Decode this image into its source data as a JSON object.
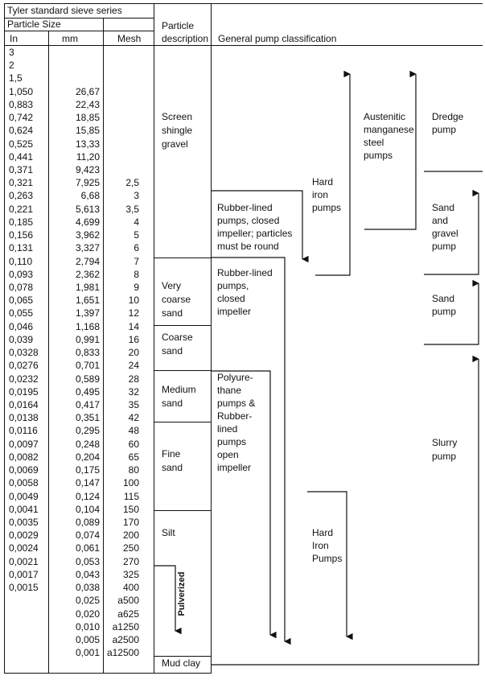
{
  "header": {
    "series_title": "Tyler standard sieve  series",
    "particle_size": "Particle Size",
    "col_in": "In",
    "col_mm": "mm",
    "col_mesh": "Mesh",
    "particle_desc_1": "Particle",
    "particle_desc_2": "description",
    "pump_classification": "General pump classification"
  },
  "rows": [
    {
      "in": "3",
      "mm": "",
      "mesh": ""
    },
    {
      "in": "2",
      "mm": "",
      "mesh": ""
    },
    {
      "in": "1,5",
      "mm": "",
      "mesh": ""
    },
    {
      "in": "1,050",
      "mm": "26,67",
      "mesh": ""
    },
    {
      "in": "0,883",
      "mm": "22,43",
      "mesh": ""
    },
    {
      "in": "0,742",
      "mm": "18,85",
      "mesh": ""
    },
    {
      "in": "0,624",
      "mm": "15,85",
      "mesh": ""
    },
    {
      "in": "0,525",
      "mm": "13,33",
      "mesh": ""
    },
    {
      "in": "0,441",
      "mm": "11,20",
      "mesh": ""
    },
    {
      "in": "0,371",
      "mm": "9,423",
      "mesh": ""
    },
    {
      "in": "0,321",
      "mm": "7,925",
      "mesh": "2,5"
    },
    {
      "in": "0,263",
      "mm": "6,68",
      "mesh": "3"
    },
    {
      "in": "0,221",
      "mm": "5,613",
      "mesh": "3,5"
    },
    {
      "in": "0,185",
      "mm": "4,699",
      "mesh": "4"
    },
    {
      "in": "0,156",
      "mm": "3,962",
      "mesh": "5"
    },
    {
      "in": "0,131",
      "mm": "3,327",
      "mesh": "6"
    },
    {
      "in": "0,110",
      "mm": "2,794",
      "mesh": "7"
    },
    {
      "in": "0,093",
      "mm": "2,362",
      "mesh": "8"
    },
    {
      "in": "0,078",
      "mm": "1,981",
      "mesh": "9"
    },
    {
      "in": "0,065",
      "mm": "1,651",
      "mesh": "10"
    },
    {
      "in": "0,055",
      "mm": "1,397",
      "mesh": "12"
    },
    {
      "in": "0,046",
      "mm": "1,168",
      "mesh": "14"
    },
    {
      "in": "0,039",
      "mm": "0,991",
      "mesh": "16"
    },
    {
      "in": "0,0328",
      "mm": "0,833",
      "mesh": "20"
    },
    {
      "in": "0,0276",
      "mm": "0,701",
      "mesh": "24"
    },
    {
      "in": "0,0232",
      "mm": "0,589",
      "mesh": "28"
    },
    {
      "in": "0,0195",
      "mm": "0,495",
      "mesh": "32"
    },
    {
      "in": "0,0164",
      "mm": "0,417",
      "mesh": "35"
    },
    {
      "in": "0,0138",
      "mm": "0,351",
      "mesh": "42"
    },
    {
      "in": "0,0116",
      "mm": "0,295",
      "mesh": "48"
    },
    {
      "in": "0,0097",
      "mm": "0,248",
      "mesh": "60"
    },
    {
      "in": "0,0082",
      "mm": "0,204",
      "mesh": "65"
    },
    {
      "in": "0,0069",
      "mm": "0,175",
      "mesh": "80"
    },
    {
      "in": "0,0058",
      "mm": "0,147",
      "mesh": "100"
    },
    {
      "in": "0,0049",
      "mm": "0,124",
      "mesh": "115"
    },
    {
      "in": "0,0041",
      "mm": "0,104",
      "mesh": "150"
    },
    {
      "in": "0,0035",
      "mm": "0,089",
      "mesh": "170"
    },
    {
      "in": "0,0029",
      "mm": "0,074",
      "mesh": "200"
    },
    {
      "in": "0,0024",
      "mm": "0,061",
      "mesh": "250"
    },
    {
      "in": "0,0021",
      "mm": "0,053",
      "mesh": "270"
    },
    {
      "in": "0,0017",
      "mm": "0,043",
      "mesh": "325"
    },
    {
      "in": "0,0015",
      "mm": "0,038",
      "mesh": "400"
    },
    {
      "in": "",
      "mm": "0,025",
      "mesh": "a500"
    },
    {
      "in": "",
      "mm": "0,020",
      "mesh": "a625"
    },
    {
      "in": "",
      "mm": "0,010",
      "mesh": "a1250"
    },
    {
      "in": "",
      "mm": "0,005",
      "mesh": "a2500"
    },
    {
      "in": "",
      "mm": "0,001",
      "mesh": "a12500"
    }
  ],
  "particles": [
    {
      "l1": "Screen",
      "l2": "shingle",
      "l3": "gravel"
    },
    {
      "l1": "Very",
      "l2": "coarse",
      "l3": "sand"
    },
    {
      "l1": "Coarse",
      "l2": "sand"
    },
    {
      "l1": "Medium",
      "l2": "sand"
    },
    {
      "l1": "Fine",
      "l2": "sand"
    },
    {
      "l1": "Silt"
    },
    {
      "l1": "Mud clay"
    },
    {
      "l1": "Pulverized"
    }
  ],
  "pumps": [
    {
      "l1": "Rubber-lined",
      "l2": "pumps, closed",
      "l3": "impeller; particles",
      "l4": "must be round"
    },
    {
      "l1": "Rubber-lined",
      "l2": "pumps,",
      "l3": "closed",
      "l4": "impeller"
    },
    {
      "l1": "Polyure-",
      "l2": "thane",
      "l3": "pumps &",
      "l4": "Rubber-",
      "l5": "lined",
      "l6": "pumps",
      "l7": "open",
      "l8": "impeller"
    },
    {
      "l1": "Hard",
      "l2": "iron",
      "l3": "pumps"
    },
    {
      "l1": "Austenitic",
      "l2": "manganese",
      "l3": "steel",
      "l4": "pumps"
    },
    {
      "l1": "Dredge",
      "l2": "pump"
    },
    {
      "l1": "Sand",
      "l2": "and",
      "l3": "gravel",
      "l4": "pump"
    },
    {
      "l1": "Sand",
      "l2": "pump"
    },
    {
      "l1": "Slurry",
      "l2": "pump"
    },
    {
      "l1": "Hard",
      "l2": "Iron",
      "l3": "Pumps"
    }
  ]
}
